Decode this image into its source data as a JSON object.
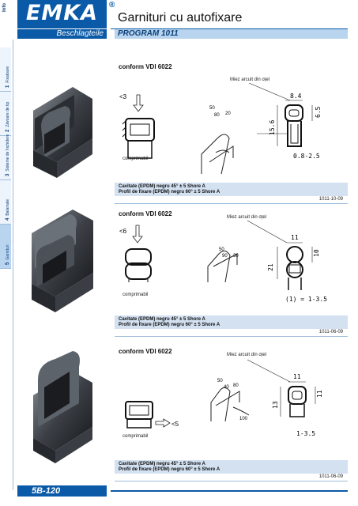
{
  "header": {
    "logo": "EMKA",
    "registered": "®",
    "title": "Garnituri cu autofixare",
    "left_subtitle": "Beschlagteile",
    "program": "PROGRAM 1011"
  },
  "side_tabs": {
    "info": "Info",
    "items": [
      {
        "num": "1",
        "label": "Fixatoare"
      },
      {
        "num": "2",
        "label": "Zăvoare de tip"
      },
      {
        "num": "3",
        "label": "Sisteme de închidere"
      },
      {
        "num": "4",
        "label": "Balamale"
      },
      {
        "num": "5",
        "label": "Garnituri"
      }
    ]
  },
  "sections": [
    {
      "conform": "conform VDI 6022",
      "miez": "Miez arcuit din oțel",
      "comprimabil": "comprimabil",
      "compress_dim": "<3",
      "small_dims": [
        "50",
        "80",
        "20"
      ],
      "dims": [
        "8.4",
        "6.5",
        "15.6",
        "0.8-2.5"
      ],
      "material_1": "Cavitate (EPDM) negru 45° ± 5 Shore A",
      "material_2": "Profil de fixare (EPDM) negru 60° ± 5 Shore A",
      "code": "1011-10-09"
    },
    {
      "conform": "conform VDI 6022",
      "miez": "Miez arcuit din oțel",
      "comprimabil": "comprimabil",
      "compress_dim": "<6",
      "small_dims": [
        "50",
        "90",
        "30"
      ],
      "dims": [
        "11",
        "10",
        "21",
        "(1) = 1-3.5"
      ],
      "material_1": "Cavitate (EPDM) negru 45° ± 5 Shore A",
      "material_2": "Profil de fixare (EPDM) negru 60° ± 5 Shore A",
      "code": "1011-06-09"
    },
    {
      "conform": "conform VDI 6022",
      "miez": "Miez arcuit din oțel",
      "comprimabil": "comprimabil",
      "compress_dim": "<5",
      "small_dims": [
        "50",
        "40",
        "80",
        "100"
      ],
      "dims": [
        "11",
        "11",
        "13",
        "1-3.5"
      ],
      "material_1": "Cavitate (EPDM) negru 45° ± 5 Shore A",
      "material_2": "Profil de fixare (EPDM) negru 60° ± 5 Shore A",
      "code": "1011-06-09"
    }
  ],
  "footer": {
    "page": "5B-120"
  },
  "colors": {
    "brand_blue": "#0a5aa8",
    "light_blue": "#b9d4ee",
    "material_bg": "#d3e1f1"
  }
}
